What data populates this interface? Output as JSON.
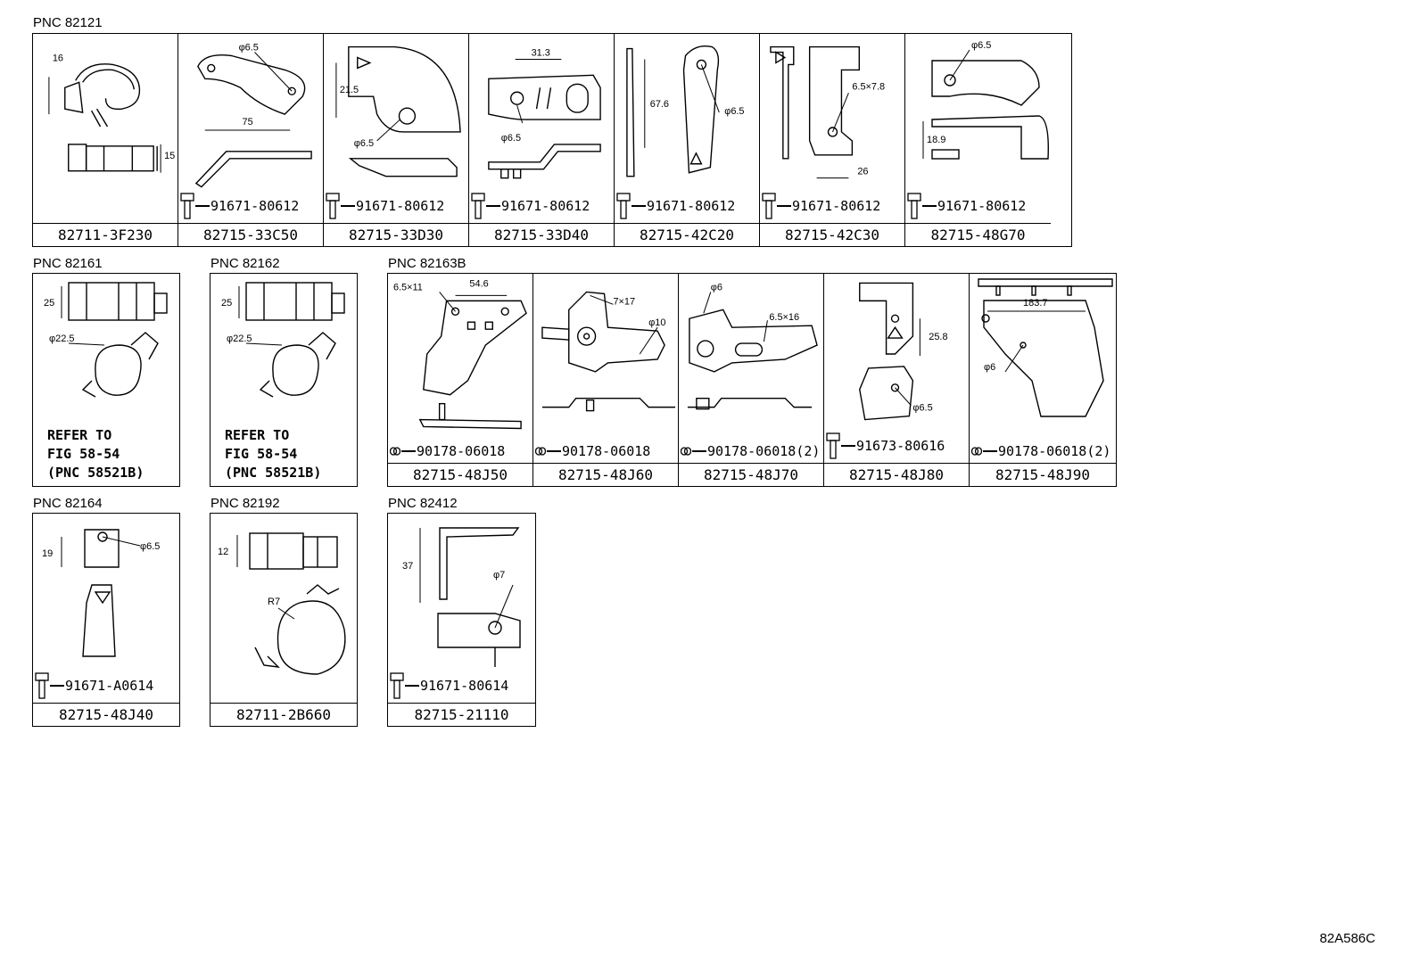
{
  "diagram_code": "82A586C",
  "groups": [
    {
      "pnc": "PNC 82121",
      "parts": [
        {
          "part_number": "82711-3F230",
          "dims": [
            "16",
            "15"
          ]
        },
        {
          "part_number": "82715-33C50",
          "fastener": "91671-80612",
          "dims": [
            "φ6.5",
            "75"
          ]
        },
        {
          "part_number": "82715-33D30",
          "fastener": "91671-80612",
          "dims": [
            "21.5",
            "φ6.5"
          ]
        },
        {
          "part_number": "82715-33D40",
          "fastener": "91671-80612",
          "dims": [
            "31.3",
            "φ6.5"
          ]
        },
        {
          "part_number": "82715-42C20",
          "fastener": "91671-80612",
          "dims": [
            "67.6",
            "φ6.5"
          ]
        },
        {
          "part_number": "82715-42C30",
          "fastener": "91671-80612",
          "dims": [
            "6.5×7.8",
            "26"
          ]
        },
        {
          "part_number": "82715-48G70",
          "fastener": "91671-80612",
          "dims": [
            "φ6.5",
            "18.9"
          ]
        }
      ]
    },
    {
      "pnc": "PNC 82161",
      "parts": [
        {
          "part_number": "",
          "dims": [
            "25",
            "φ22.5"
          ],
          "note": "REFER TO\nFIG 58-54\n(PNC 58521B)"
        }
      ]
    },
    {
      "pnc": "PNC 82162",
      "parts": [
        {
          "part_number": "",
          "dims": [
            "25",
            "φ22.5"
          ],
          "note": "REFER TO\nFIG 58-54\n(PNC 58521B)"
        }
      ]
    },
    {
      "pnc": "PNC 82163B",
      "parts": [
        {
          "part_number": "82715-48J50",
          "fastener": "90178-06018",
          "dims": [
            "6.5×11",
            "54.6"
          ]
        },
        {
          "part_number": "82715-48J60",
          "fastener": "90178-06018",
          "dims": [
            "7×17",
            "φ10"
          ]
        },
        {
          "part_number": "82715-48J70",
          "fastener": "90178-06018(2)",
          "dims": [
            "φ6",
            "6.5×16"
          ]
        },
        {
          "part_number": "82715-48J80",
          "fastener": "91673-80616",
          "dims": [
            "25.8",
            "φ6.5"
          ]
        },
        {
          "part_number": "82715-48J90",
          "fastener": "90178-06018(2)",
          "dims": [
            "183.7",
            "φ6"
          ]
        }
      ]
    },
    {
      "pnc": "PNC 82164",
      "parts": [
        {
          "part_number": "82715-48J40",
          "fastener": "91671-A0614",
          "dims": [
            "19",
            "φ6.5"
          ]
        }
      ]
    },
    {
      "pnc": "PNC 82192",
      "parts": [
        {
          "part_number": "82711-2B660",
          "dims": [
            "12",
            "R7"
          ]
        }
      ]
    },
    {
      "pnc": "PNC 82412",
      "parts": [
        {
          "part_number": "82715-21110",
          "fastener": "91671-80614",
          "dims": [
            "37",
            "φ7"
          ]
        }
      ]
    }
  ]
}
